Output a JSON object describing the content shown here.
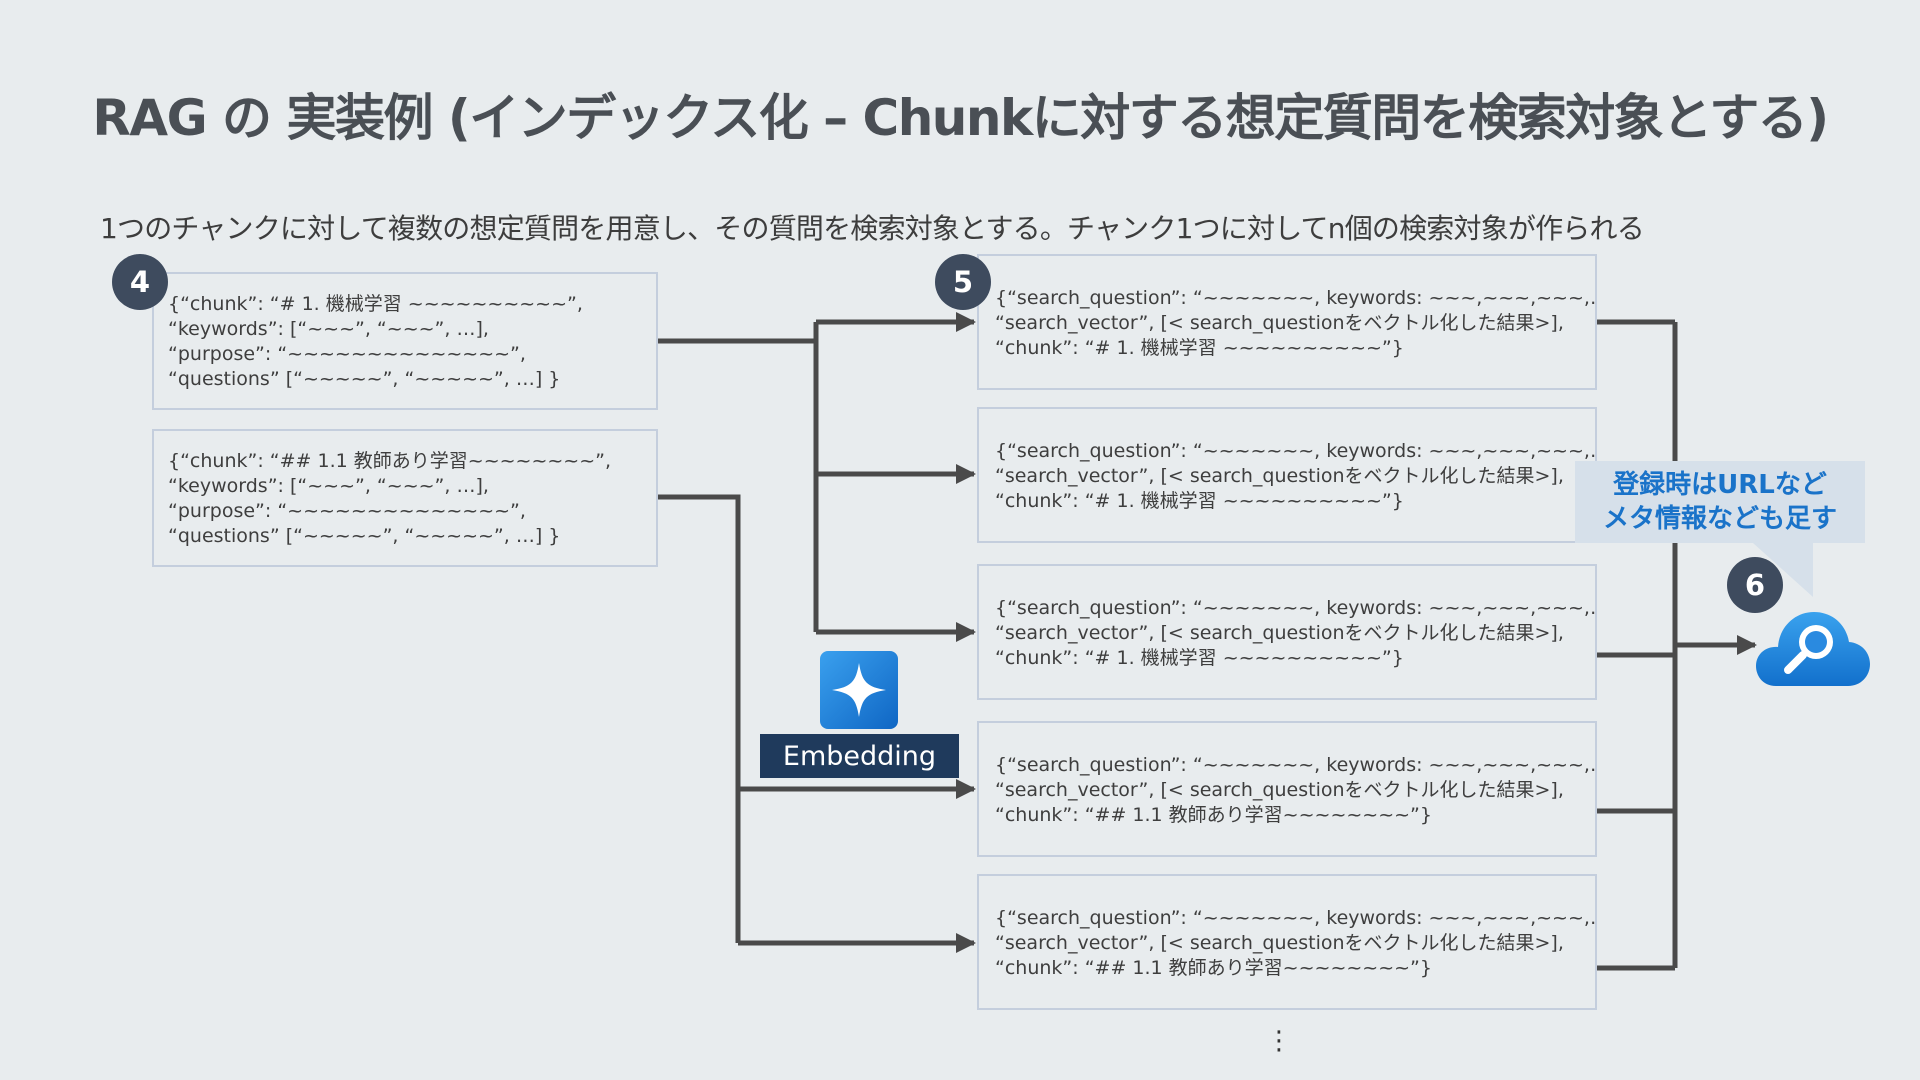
{
  "slide": {
    "title": "RAG の 実装例 (インデックス化 – Chunkに対する想定質問を検索対象とする)",
    "subtitle": "1つのチャンクに対して複数の想定質問を用意し、その質問を検索対象とする。チャンク1つに対してn個の検索対象が作られる",
    "more_indicator": "⋮"
  },
  "badges": {
    "step4": "4",
    "step5": "5",
    "step6": "6"
  },
  "chunks": [
    {
      "line1": "{“chunk”: “# 1. 機械学習 ~~~~~~~~~~”,",
      "line2": "“keywords”: [“~~~”, “~~~”, …],",
      "line3": "“purpose”: “~~~~~~~~~~~~~~”,",
      "line4": "“questions” [“~~~~~”, “~~~~~”, …] }"
    },
    {
      "line1": "{“chunk”: “## 1.1 教師あり学習~~~~~~~~”,",
      "line2": "“keywords”: [“~~~”, “~~~”, …],",
      "line3": "“purpose”: “~~~~~~~~~~~~~~”,",
      "line4": "“questions” [“~~~~~”, “~~~~~”, …] }"
    }
  ],
  "search_docs": [
    {
      "line1": "{“search_question”: “~~~~~~~, keywords: ~~~,~~~,~~~,…”",
      "line2": "“search_vector”, [< search_questionをベクトル化した結果>],",
      "line3": "“chunk”: “# 1. 機械学習 ~~~~~~~~~~”}"
    },
    {
      "line1": "{“search_question”: “~~~~~~~, keywords: ~~~,~~~,~~~,…”",
      "line2": "“search_vector”, [< search_questionをベクトル化した結果>],",
      "line3": "“chunk”: “# 1. 機械学習 ~~~~~~~~~~”}"
    },
    {
      "line1": "{“search_question”: “~~~~~~~, keywords: ~~~,~~~,~~~,…”",
      "line2": "“search_vector”, [< search_questionをベクトル化した結果>],",
      "line3": "“chunk”: “# 1. 機械学習 ~~~~~~~~~~”}"
    },
    {
      "line1": "{“search_question”: “~~~~~~~, keywords: ~~~,~~~,~~~,…”",
      "line2": "“search_vector”, [< search_questionをベクトル化した結果>],",
      "line3": "“chunk”: “## 1.1 教師あり学習~~~~~~~~”}"
    },
    {
      "line1": "{“search_question”: “~~~~~~~, keywords: ~~~,~~~,~~~,…”",
      "line2": "“search_vector”, [< search_questionをベクトル化した結果>],",
      "line3": "“chunk”: “## 1.1 教師あり学習~~~~~~~~”}"
    }
  ],
  "embedding": {
    "label": "Embedding",
    "icon": "sparkle-icon"
  },
  "callout": {
    "line1": "登録時はURLなど",
    "line2": "メタ情報なども足す"
  },
  "search_service": {
    "icon": "cloud-search-icon"
  },
  "colors": {
    "background": "#e8ecee",
    "box_border": "#c4cedd",
    "badge": "#3e4b5e",
    "connector": "#4a4a4a",
    "embedding_label": "#1f3a5c",
    "callout_text": "#1a73c9",
    "cloud": "#1f86d6"
  }
}
